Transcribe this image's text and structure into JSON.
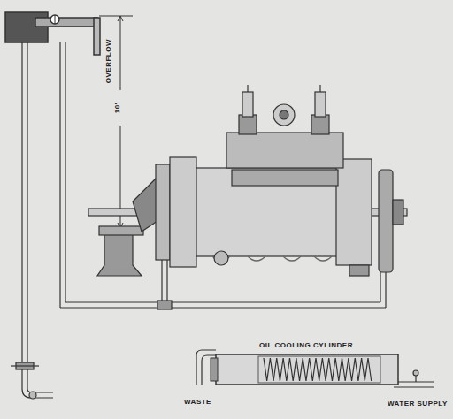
{
  "diagram": {
    "nodes": [
      {
        "text": [
          "OIL COOLING CYLINDER"
        ]
      }
    ],
    "edges": [],
    "labels": [
      "OVERFLOW",
      "10'",
      "WASTE",
      "WATER SUPPLY"
    ]
  }
}
